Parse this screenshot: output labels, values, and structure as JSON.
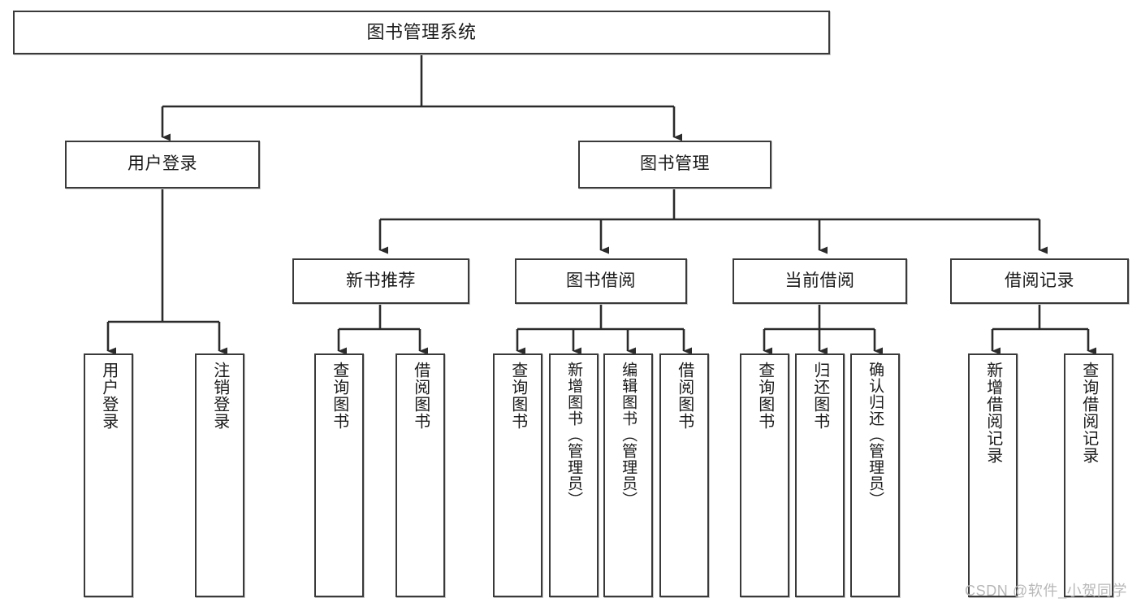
{
  "diagram": {
    "title": "图书管理系统",
    "type": "tree-hierarchy",
    "colors": {
      "border": "#3a3a3a",
      "background": "#ffffff",
      "text": "#1a1a1a",
      "connector": "#2b2b2b",
      "watermark": "#b8b8b8"
    }
  },
  "watermark": {
    "text": "CSDN @软件_小贺同学"
  },
  "nodes": {
    "root": {
      "label": "图书管理系统"
    },
    "level2": [
      {
        "label": "用户登录"
      },
      {
        "label": "图书管理"
      }
    ],
    "level3": [
      {
        "label": "新书推荐"
      },
      {
        "label": "图书借阅"
      },
      {
        "label": "当前借阅"
      },
      {
        "label": "借阅记录"
      }
    ],
    "leaves": {
      "user_login": [
        {
          "label": "用户登录"
        },
        {
          "label": "注销登录"
        }
      ],
      "new_book_recommend": [
        {
          "label": "查询图书"
        },
        {
          "label": "借阅图书"
        }
      ],
      "book_borrow": [
        {
          "label": "查询图书"
        },
        {
          "label": "新增图书（管理员）"
        },
        {
          "label": "编辑图书（管理员）"
        },
        {
          "label": "借阅图书"
        }
      ],
      "current_borrow": [
        {
          "label": "查询图书"
        },
        {
          "label": "归还图书"
        },
        {
          "label": "确认归还（管理员）"
        }
      ],
      "borrow_record": [
        {
          "label": "新增借阅记录"
        },
        {
          "label": "查询借阅记录"
        }
      ]
    }
  }
}
